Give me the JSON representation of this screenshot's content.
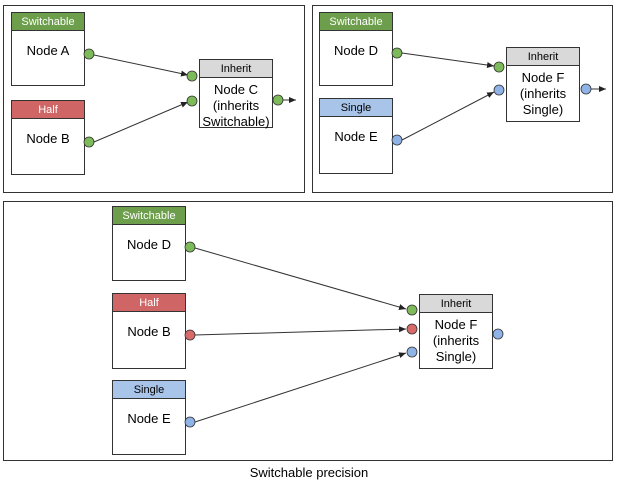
{
  "colors": {
    "switchable": "#6d9e4c",
    "half": "#d06565",
    "single": "#a8c4e8",
    "inherit": "#d9d9d9",
    "port_green": "#7dbb5a",
    "port_red": "#d86a6a",
    "port_blue": "#8fb3e6"
  },
  "panel1": {
    "node_a": {
      "header": "Switchable",
      "label": "Node A"
    },
    "node_b": {
      "header": "Half",
      "label": "Node B"
    },
    "node_c": {
      "header": "Inherit",
      "line1": "Node C",
      "line2": "(inherits",
      "line3": "Switchable)"
    }
  },
  "panel2": {
    "node_d": {
      "header": "Switchable",
      "label": "Node D"
    },
    "node_e": {
      "header": "Single",
      "label": "Node E"
    },
    "node_f": {
      "header": "Inherit",
      "line1": "Node F",
      "line2": "(inherits",
      "line3": "Single)"
    }
  },
  "panel3": {
    "node_d": {
      "header": "Switchable",
      "label": "Node D"
    },
    "node_b": {
      "header": "Half",
      "label": "Node B"
    },
    "node_e": {
      "header": "Single",
      "label": "Node E"
    },
    "node_f": {
      "header": "Inherit",
      "line1": "Node F",
      "line2": "(inherits",
      "line3": "Single)"
    }
  },
  "caption": "Switchable precision"
}
